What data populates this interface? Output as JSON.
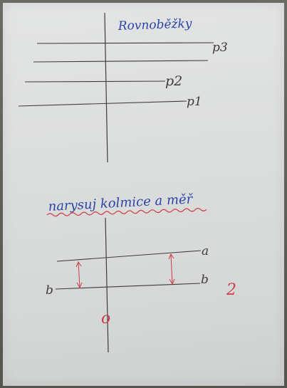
{
  "diagram": {
    "top": {
      "title": "Rovnoběžky",
      "lines": [
        {
          "label": "p3"
        },
        {
          "label": "p2"
        },
        {
          "label": "p1"
        }
      ]
    },
    "bottom": {
      "title": "narysuj kolmice a měř",
      "labels": {
        "upper_line": "a",
        "lower_line_left": "b",
        "lower_line_right": "b",
        "axis_bottom": "o",
        "distance": "2"
      }
    }
  },
  "colors": {
    "pencil": "#3c3c3c",
    "blue_ink": "#2a44a8",
    "red_ink": "#d03a4a"
  }
}
